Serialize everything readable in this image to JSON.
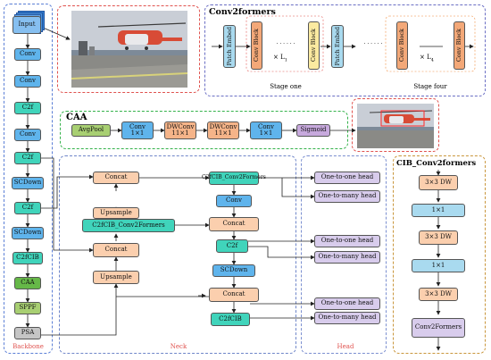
{
  "backbone": {
    "label": "Backbone",
    "nodes": [
      "Input",
      "Conv",
      "Conv",
      "C2f",
      "Conv",
      "C2f",
      "SCDown",
      "C2f",
      "SCDown",
      "C2fCIB",
      "CAA",
      "SPPF",
      "PSA"
    ]
  },
  "neck": {
    "label": "Neck",
    "concat1": "Concat",
    "upsample1": "Upsample",
    "c2fcib_conv2formers_1": "C2fCIB_Conv2Formers",
    "concat2": "Concat",
    "upsample2": "Upsample",
    "c2fcib_conv2formers_2": "C2fCIB_Conv2Formers",
    "conv": "Conv",
    "concat3": "Concat",
    "c2f": "C2f",
    "scdown": "SCDown",
    "concat4": "Concat",
    "c2fcib": "C2fCIB"
  },
  "head": {
    "label": "Head",
    "items": [
      "One-to-one head",
      "One-to-many head",
      "One-to-one head",
      "One-to-many head",
      "One-to-one head",
      "One-to-many head"
    ]
  },
  "caa": {
    "title": "CAA",
    "nodes": [
      "AvgPool",
      "Conv\n1×1",
      "DWConv\n11×1",
      "DWConv\n11×1",
      "Conv\n1×1",
      "Sigmoid"
    ]
  },
  "conv2formers": {
    "title": "Conv2formers",
    "patch_embed": "Patch Embed",
    "conv_block": "Conv Block",
    "l1": "× L",
    "l1_sub": "1",
    "l4": "× L",
    "l4_sub": "4",
    "stage_one": "Stage one",
    "stage_four": "Stage four",
    "dots": "· · · · · ·"
  },
  "cib": {
    "title": "CIB_Conv2formers",
    "nodes": [
      "3×3 DW",
      "1×1",
      "3×3 DW",
      "1×1",
      "3×3 DW",
      "Conv2Formers"
    ]
  },
  "colors": {
    "backbone_frame": "#5b7fd6",
    "neck_frame": "#6f86c9",
    "head_frame": "#7b8fd0",
    "caa_frame": "#34b24a",
    "conv2formers_frame": "#6b6fc4",
    "photo_frame": "#e0534f",
    "cib_frame": "#c9963c"
  }
}
